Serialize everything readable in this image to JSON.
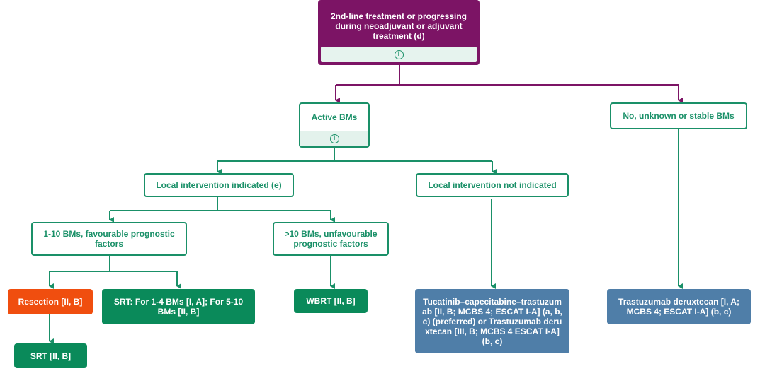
{
  "nodes": {
    "root": "2nd-line treatment or progressing during neoadjuvant or adjuvant treatment (d)",
    "active_bms": "Active BMs",
    "no_unknown_stable": "No, unknown  or stable BMs",
    "local_indicated": "Local intervention indicated (e)",
    "local_not_indicated": "Local intervention not indicated",
    "bms_1_10": "1-10 BMs, favourable prognostic factors",
    "bms_gt10": ">10 BMs, unfavourable prognostic factors",
    "resection": "Resection [II, B]",
    "srt_mixed": "SRT: For 1-4 BMs [I, A]; For 5-10 BMs [II, B]",
    "wbrt": "WBRT [II, B]",
    "srt": "SRT [II, B]",
    "tucatinib": "Tucatinib–capecitabine–trastuzumab [II, B; MCBS 4; ESCAT I-A] (a, b, c) (preferred) or Trastuzumab deruxtecan [III, B; MCBS 4 ESCAT I-A] (b, c)",
    "trastuzumab_deruxtecan": "Trastuzumab deruxtecan [I, A; MCBS 4; ESCAT I-A] (b, c)"
  },
  "info_glyph": "i",
  "colors": {
    "purple": "#7c1465",
    "green_outline": "#1a9068",
    "green_fill": "#0a8a5a",
    "orange": "#f04e0f",
    "blue": "#4f7ea8",
    "info_bg": "#e3f2ec"
  },
  "icons": [
    "info-icon"
  ]
}
